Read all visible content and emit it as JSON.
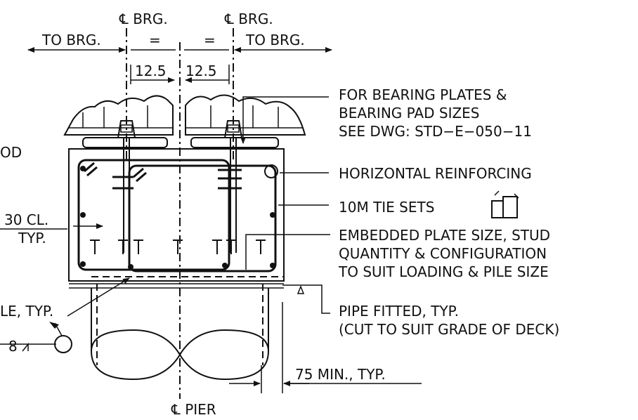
{
  "labels": {
    "cl_brg_left": "℄ BRG.",
    "cl_brg_right": "℄ BRG.",
    "to_brg_left": "TO BRG.",
    "to_brg_right": "TO BRG.",
    "equal_left": "=",
    "equal_right": "=",
    "dim_12_5_left": "12.5",
    "dim_12_5_right": "12.5",
    "cover_30": "30 CL.",
    "cover_typ": "TYP.",
    "left_od": "OD",
    "left_le_typ": "LE, TYP.",
    "weld_8": "8",
    "cl_pier": "℄ PIER",
    "min_75": "75 MIN., TYP."
  },
  "callouts": {
    "bearing_plates": [
      "FOR BEARING PLATES &",
      "BEARING PAD SIZES",
      "SEE DWG: STD−E−050−11"
    ],
    "horizontal_reinforcing": "HORIZONTAL REINFORCING",
    "tie_sets": "10M TIE SETS",
    "embedded_plate": [
      "EMBEDDED PLATE SIZE, STUD",
      "QUANTITY & CONFIGURATION",
      "TO SUIT LOADING & PILE SIZE"
    ],
    "pipe_fitted": [
      "PIPE FITTED, TYP.",
      "(CUT TO SUIT GRADE OF DECK)"
    ]
  }
}
